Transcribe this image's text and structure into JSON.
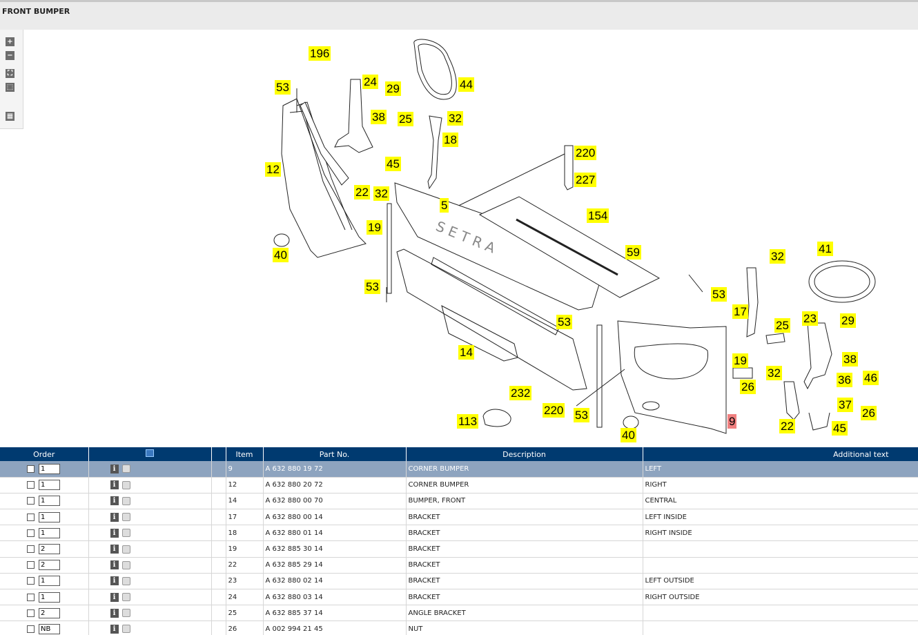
{
  "title": "FRONT BUMPER",
  "zoom_tools": [
    "zoom-in-icon",
    "zoom-out-icon",
    "fit-to-window-icon",
    "zoom-region-icon",
    "toggle-view-icon"
  ],
  "callouts": [
    "196",
    "53",
    "24",
    "29",
    "44",
    "38",
    "25",
    "32",
    "18",
    "12",
    "45",
    "22",
    "32",
    "220",
    "227",
    "5",
    "154",
    "19",
    "40",
    "59",
    "41",
    "32",
    "53",
    "53",
    "17",
    "25",
    "23",
    "29",
    "53",
    "14",
    "38",
    "19",
    "32",
    "46",
    "26",
    "36",
    "232",
    "37",
    "220",
    "26",
    "113",
    "53",
    "9",
    "22",
    "45",
    "40"
  ],
  "table": {
    "headers": {
      "order": "Order",
      "item": "Item",
      "part_no": "Part No.",
      "description": "Description",
      "additional": "Additional text"
    },
    "rows": [
      {
        "qty": "1",
        "item": "9",
        "part_no": "A 632 880 19 72",
        "description": "CORNER BUMPER",
        "additional": "LEFT",
        "selected": true
      },
      {
        "qty": "1",
        "item": "12",
        "part_no": "A 632 880 20 72",
        "description": "CORNER BUMPER",
        "additional": "RIGHT"
      },
      {
        "qty": "1",
        "item": "14",
        "part_no": "A 632 880 00 70",
        "description": "BUMPER, FRONT",
        "additional": "CENTRAL"
      },
      {
        "qty": "1",
        "item": "17",
        "part_no": "A 632 880 00 14",
        "description": "BRACKET",
        "additional": "LEFT INSIDE"
      },
      {
        "qty": "1",
        "item": "18",
        "part_no": "A 632 880 01 14",
        "description": "BRACKET",
        "additional": "RIGHT INSIDE"
      },
      {
        "qty": "2",
        "item": "19",
        "part_no": "A 632 885 30 14",
        "description": "BRACKET",
        "additional": ""
      },
      {
        "qty": "2",
        "item": "22",
        "part_no": "A 632 885 29 14",
        "description": "BRACKET",
        "additional": ""
      },
      {
        "qty": "1",
        "item": "23",
        "part_no": "A 632 880 02 14",
        "description": "BRACKET",
        "additional": "LEFT OUTSIDE"
      },
      {
        "qty": "1",
        "item": "24",
        "part_no": "A 632 880 03 14",
        "description": "BRACKET",
        "additional": "RIGHT OUTSIDE"
      },
      {
        "qty": "2",
        "item": "25",
        "part_no": "A 632 885 37 14",
        "description": "ANGLE BRACKET",
        "additional": ""
      },
      {
        "qty": "NB",
        "item": "26",
        "part_no": "A 002 994 21 45",
        "description": "NUT",
        "additional": ""
      }
    ]
  },
  "colors": {
    "header_bg": "#003a70",
    "selected_row": "#8ea4bf",
    "callout": "#ffff00",
    "callout_selected": "#f08080"
  }
}
